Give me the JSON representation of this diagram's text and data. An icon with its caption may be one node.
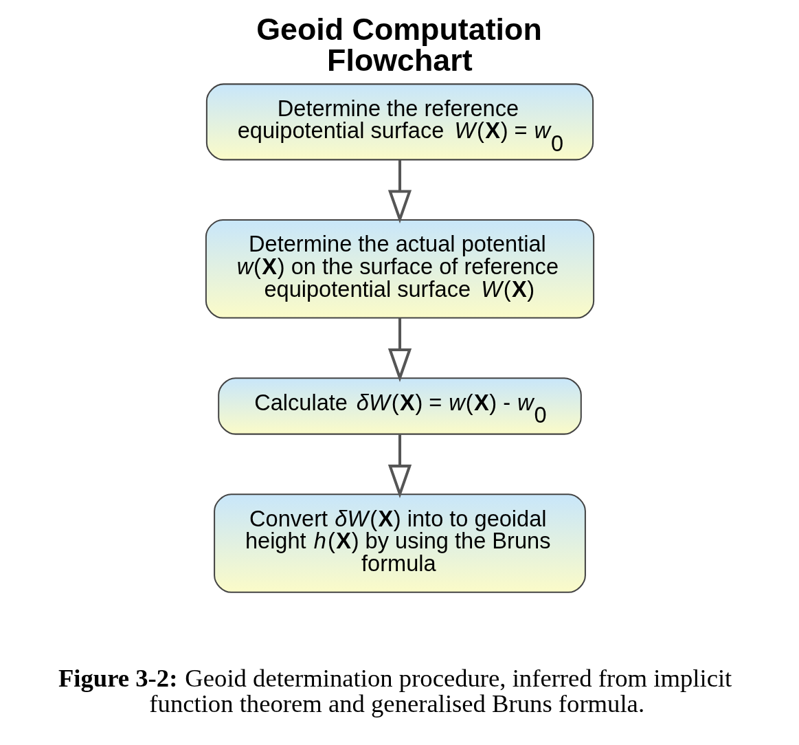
{
  "diagram": {
    "title": "Geoid Computation Flowchart",
    "caption": "**Figure 3-2:** Geoid determination procedure, inferred from implicit function theorem and generalised Bruns formula.",
    "nodes": [
      {
        "text": [
          "Determine the reference equipotential surface *W*(**X**) = *w*$_{0}$"
        ]
      },
      {
        "text": [
          "Determine the actual potential *w*(**X**) on the surface of reference equipotential surface *W*(**X**)"
        ]
      },
      {
        "text": [
          "Calculate *δW*(**X**) = *w*(**X**) - *w*$_{0}$"
        ]
      },
      {
        "text": [
          "Convert *δW*(**X**) into to geoidal height *h*(**X**) by using the Bruns formula"
        ]
      }
    ],
    "edges": [
      {
        "from": 0,
        "to": 1,
        "arrow": "to"
      },
      {
        "from": 1,
        "to": 2,
        "arrow": "to"
      },
      {
        "from": 2,
        "to": 3,
        "arrow": "to"
      }
    ]
  }
}
